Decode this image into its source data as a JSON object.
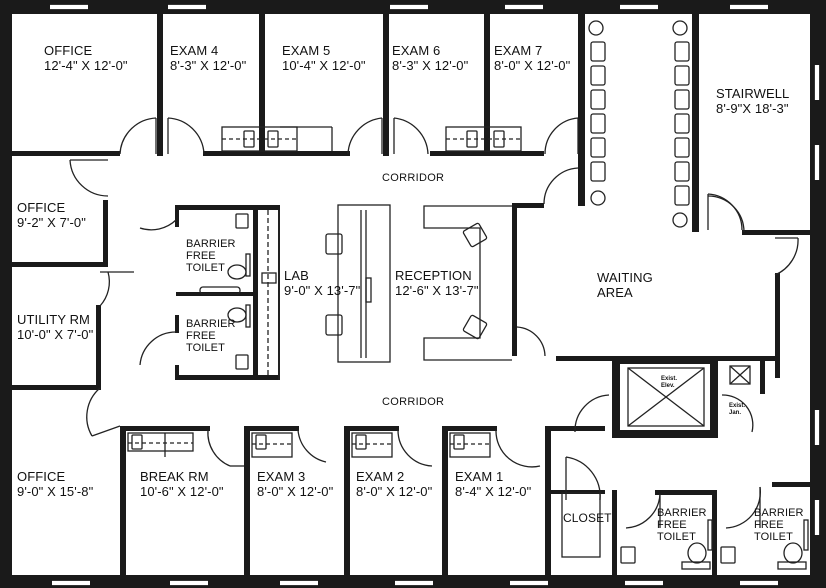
{
  "plan": {
    "rooms": [
      {
        "id": "office-nw",
        "name": "OFFICE",
        "dims": "12'-4\" X 12'-0\""
      },
      {
        "id": "exam-4",
        "name": "EXAM 4",
        "dims": "8'-3\" X 12'-0\""
      },
      {
        "id": "exam-5",
        "name": "EXAM 5",
        "dims": "10'-4\" X 12'-0\""
      },
      {
        "id": "exam-6",
        "name": "EXAM 6",
        "dims": "8'-3\" X 12'-0\""
      },
      {
        "id": "exam-7",
        "name": "EXAM 7",
        "dims": "8'-0\" X 12'-0\""
      },
      {
        "id": "stairwell",
        "name": "STAIRWELL",
        "dims": "8'-9\"X 18'-3\""
      },
      {
        "id": "office-w",
        "name": "OFFICE",
        "dims": "9'-2\" X 7'-0\""
      },
      {
        "id": "utility",
        "name": "UTILITY RM",
        "dims": "10'-0\" X 7'-0\""
      },
      {
        "id": "toilet-1",
        "name": "BARRIER",
        "name2": "FREE",
        "name3": "TOILET"
      },
      {
        "id": "toilet-2",
        "name": "BARRIER",
        "name2": "FREE",
        "name3": "TOILET"
      },
      {
        "id": "lab",
        "name": "LAB",
        "dims": "9'-0\" X 13'-7\""
      },
      {
        "id": "reception",
        "name": "RECEPTION",
        "dims": "12'-6\" X 13'-7\""
      },
      {
        "id": "waiting",
        "name": "WAITING",
        "name2": "AREA"
      },
      {
        "id": "office-sw",
        "name": "OFFICE",
        "dims": "9'-0\" X 15'-8\""
      },
      {
        "id": "break",
        "name": "BREAK RM",
        "dims": "10'-6\" X 12'-0\""
      },
      {
        "id": "exam-3",
        "name": "EXAM 3",
        "dims": "8'-0\" X 12'-0\""
      },
      {
        "id": "exam-2",
        "name": "EXAM 2",
        "dims": "8'-0\" X 12'-0\""
      },
      {
        "id": "exam-1",
        "name": "EXAM 1",
        "dims": "8'-4\" X 12'-0\""
      },
      {
        "id": "closet",
        "name": "CLOSET"
      },
      {
        "id": "toilet-3",
        "name": "BARRIER",
        "name2": "FREE",
        "name3": "TOILET"
      },
      {
        "id": "toilet-4",
        "name": "BARRIER",
        "name2": "FREE",
        "name3": "TOILET"
      }
    ],
    "corridors": [
      "CORRIDOR",
      "CORRIDOR"
    ],
    "elevator": {
      "line1": "Exist.",
      "line2": "Elev."
    },
    "janitor": {
      "line1": "Exist.",
      "line2": "Jan."
    },
    "colors": {
      "wall": "#1a1a1a",
      "background": "#ffffff",
      "line": "#222222"
    }
  }
}
